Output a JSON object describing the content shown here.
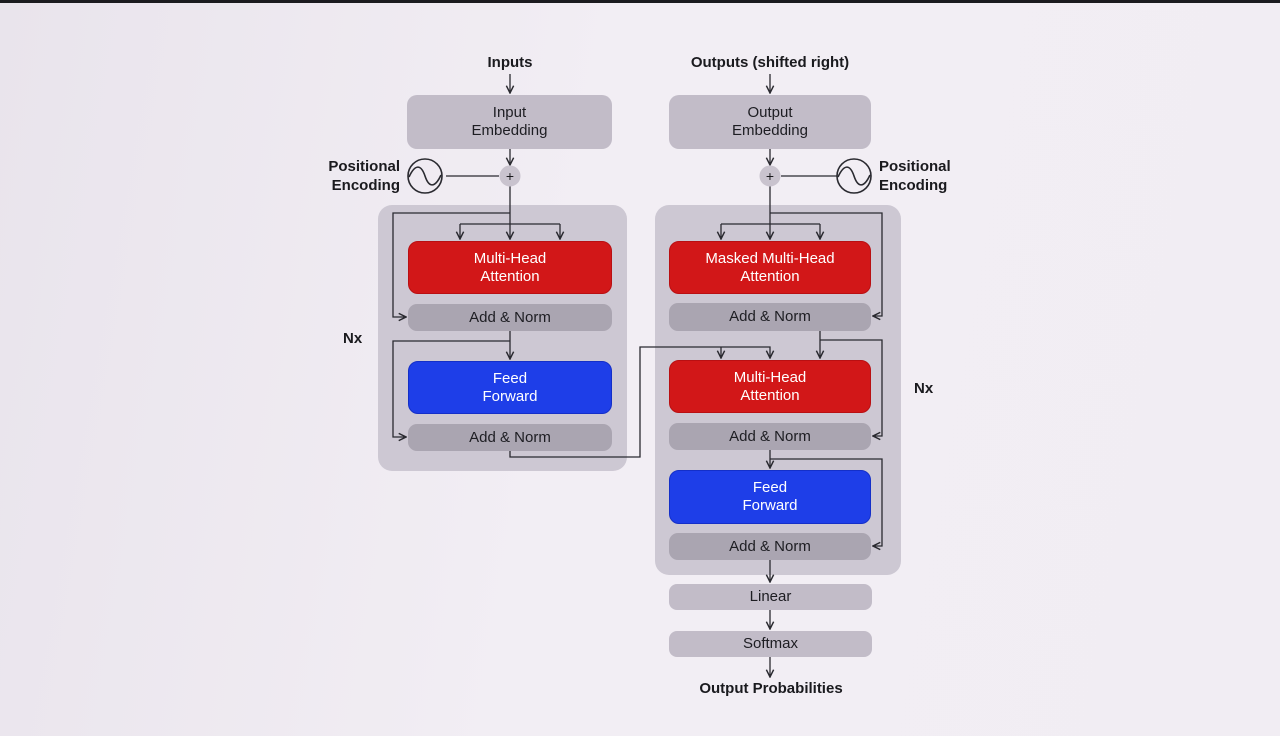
{
  "encoder": {
    "input_label": "Inputs",
    "embedding": "Input\nEmbedding",
    "positional": "Positional\nEncoding",
    "attention": "Multi-Head\nAttention",
    "add_norm_1": "Add & Norm",
    "feed_forward": "Feed\nForward",
    "add_norm_2": "Add & Norm",
    "repeat": "Nx"
  },
  "decoder": {
    "output_label": "Outputs (shifted right)",
    "embedding": "Output\nEmbedding",
    "positional": "Positional\nEncoding",
    "masked_attention": "Masked Multi-Head\nAttention",
    "add_norm_1": "Add & Norm",
    "attention": "Multi-Head\nAttention",
    "add_norm_2": "Add & Norm",
    "feed_forward": "Feed\nForward",
    "add_norm_3": "Add & Norm",
    "repeat": "Nx"
  },
  "head": {
    "linear": "Linear",
    "softmax": "Softmax",
    "output_label": "Output Probabilities"
  },
  "symbols": {
    "plus": "+"
  },
  "colors": {
    "attention_red": "#d21718",
    "feed_forward_blue": "#1e3ee8",
    "block_gray": "#c2bcc8",
    "norm_gray": "#aaa5b1",
    "stack_gray": "#cdc8d3"
  }
}
